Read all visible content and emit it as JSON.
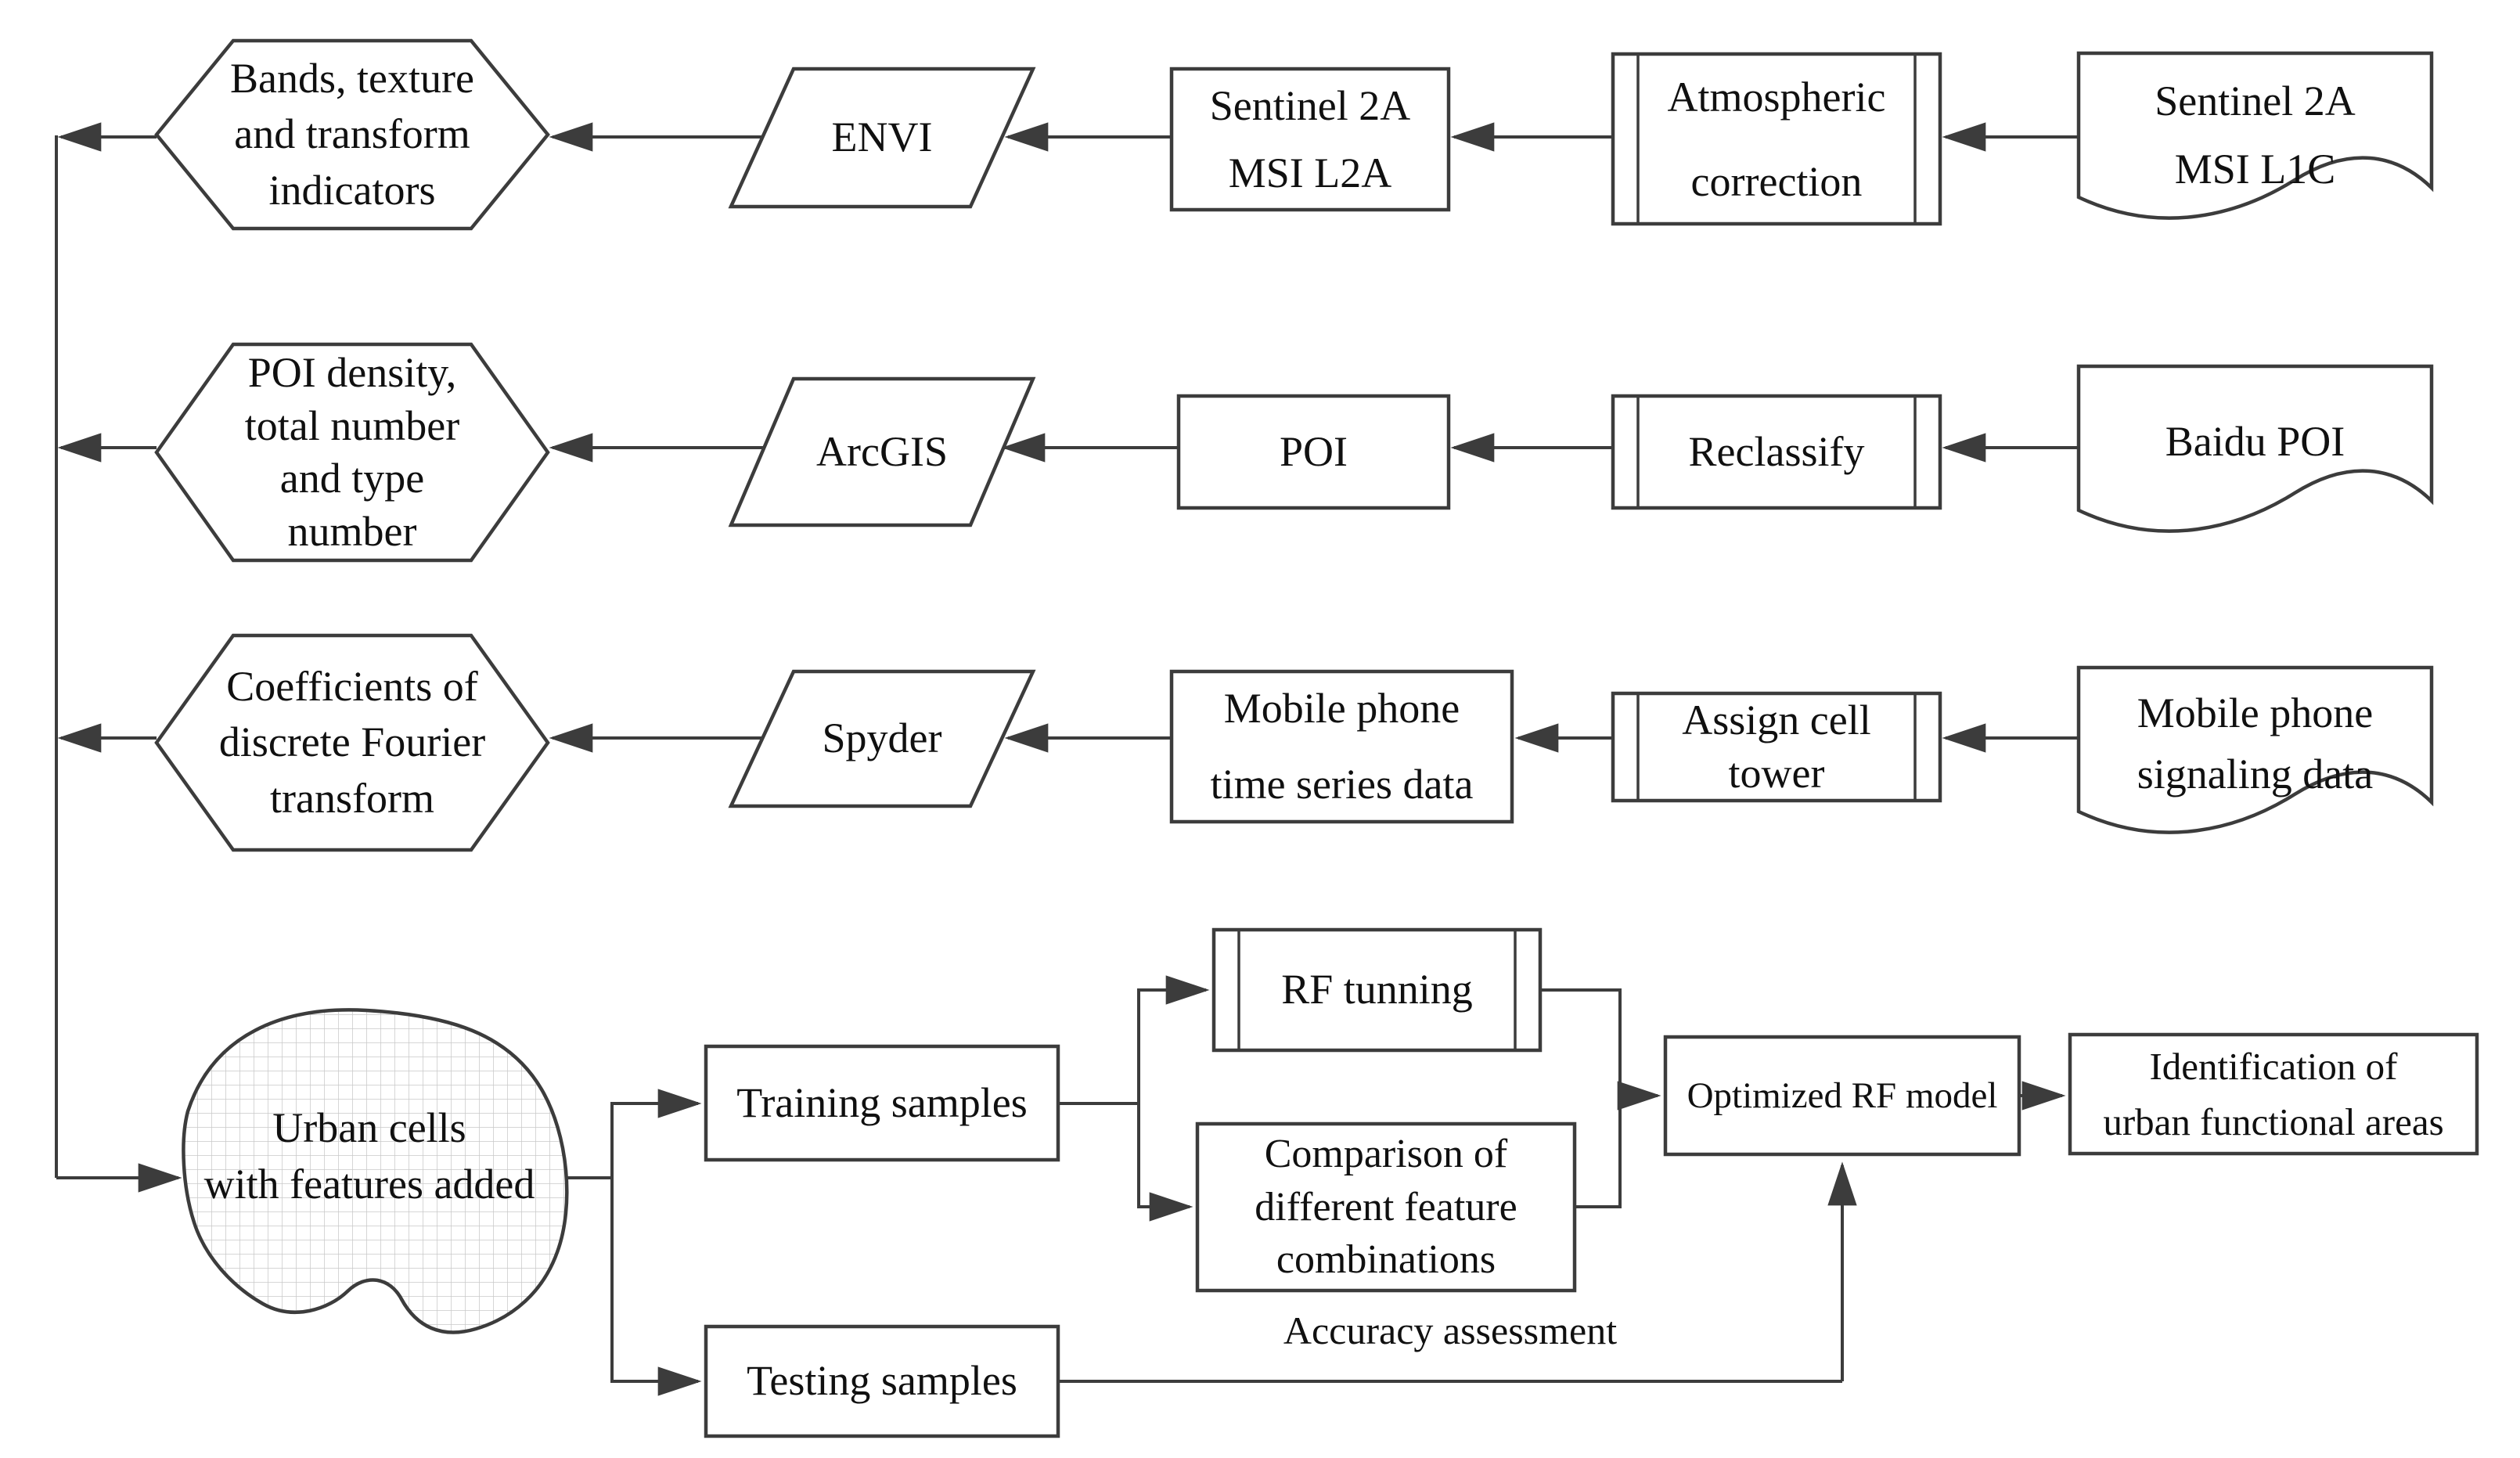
{
  "figure": {
    "colors": {
      "background": "#ffffff",
      "line": "#3c3c3c",
      "text": "#101010",
      "blob_grid": "#c9c9c9"
    },
    "rows": [
      {
        "id": "remote-sensing",
        "source": {
          "shape": "document",
          "label": [
            "Sentinel 2A",
            "MSI L1C"
          ]
        },
        "process": {
          "shape": "predefined-process",
          "label": [
            "Atmospheric",
            "correction"
          ]
        },
        "output": {
          "shape": "rectangle",
          "label": [
            "Sentinel 2A",
            "MSI L2A"
          ]
        },
        "tool": {
          "shape": "parallelogram",
          "label": [
            "ENVI"
          ]
        },
        "features": {
          "shape": "hexagon",
          "label": [
            "Bands, texture",
            "and transform",
            "indicators"
          ]
        }
      },
      {
        "id": "poi",
        "source": {
          "shape": "document",
          "label": [
            "Baidu POI"
          ]
        },
        "process": {
          "shape": "predefined-process",
          "label": [
            "Reclassify"
          ]
        },
        "output": {
          "shape": "rectangle",
          "label": [
            "POI"
          ]
        },
        "tool": {
          "shape": "parallelogram",
          "label": [
            "ArcGIS"
          ]
        },
        "features": {
          "shape": "hexagon",
          "label": [
            "POI density,",
            "total number",
            "and type",
            "number"
          ]
        }
      },
      {
        "id": "mobile-phone",
        "source": {
          "shape": "document",
          "label": [
            "Mobile phone",
            "signaling data"
          ]
        },
        "process": {
          "shape": "predefined-process",
          "label": [
            "Assign cell",
            "tower"
          ]
        },
        "output": {
          "shape": "rectangle",
          "label": [
            "Mobile phone",
            "time series data"
          ]
        },
        "tool": {
          "shape": "parallelogram",
          "label": [
            "Spyder"
          ]
        },
        "features": {
          "shape": "hexagon",
          "label": [
            "Coefficients of",
            "discrete Fourier",
            "transform"
          ]
        }
      }
    ],
    "classification": {
      "urban_cells": {
        "shape": "blob",
        "label": [
          "Urban cells",
          "with features added"
        ]
      },
      "training": {
        "shape": "rectangle",
        "label": [
          "Training samples"
        ]
      },
      "testing": {
        "shape": "rectangle",
        "label": [
          "Testing samples"
        ]
      },
      "rf_tunning": {
        "shape": "predefined-process",
        "label": [
          "RF tunning"
        ]
      },
      "comparison": {
        "shape": "rectangle",
        "label": [
          "Comparison of",
          "different feature",
          "combinations"
        ]
      },
      "optimized_model": {
        "shape": "rectangle",
        "label": [
          "Optimized RF model"
        ]
      },
      "identification": {
        "shape": "rectangle",
        "label": [
          "Identification of",
          "urban functional areas"
        ]
      },
      "accuracy_edge_label": "Accuracy assessment"
    }
  }
}
